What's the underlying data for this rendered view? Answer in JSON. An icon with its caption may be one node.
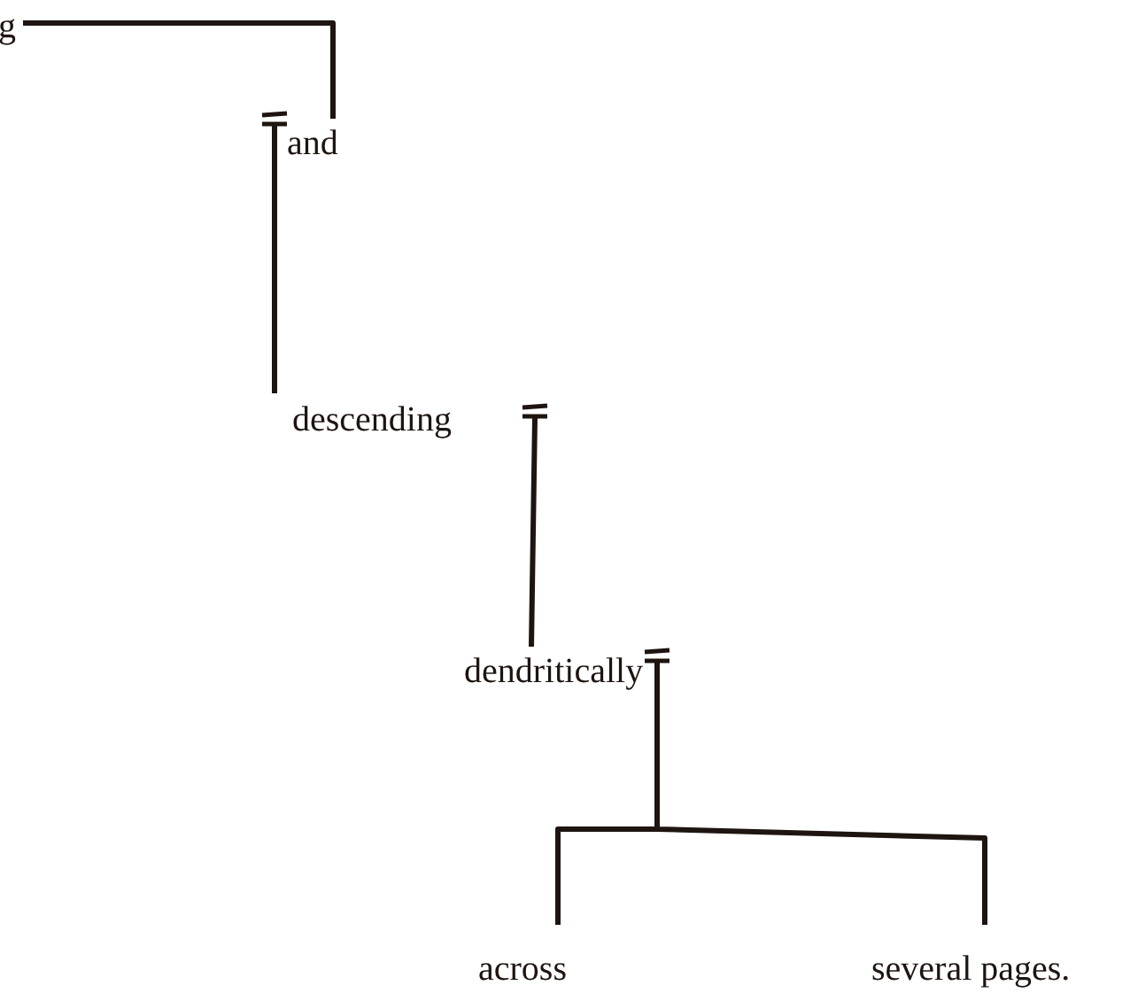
{
  "diagram": {
    "nodes": [
      {
        "text": [
          "g"
        ]
      },
      {
        "text": [
          "and"
        ]
      },
      {
        "text": [
          "descending"
        ]
      },
      {
        "text": [
          "dendritically"
        ]
      },
      {
        "text": [
          "across"
        ]
      },
      {
        "text": [
          "several pages."
        ]
      }
    ],
    "edges": [
      {
        "from": 0,
        "to": 1,
        "arrow": "none"
      },
      {
        "from": 1,
        "to": 2,
        "arrow": "none"
      },
      {
        "from": 2,
        "to": 3,
        "arrow": "none"
      },
      {
        "from": 3,
        "to": 4,
        "arrow": "none"
      },
      {
        "from": 3,
        "to": 5,
        "arrow": "none"
      }
    ]
  }
}
